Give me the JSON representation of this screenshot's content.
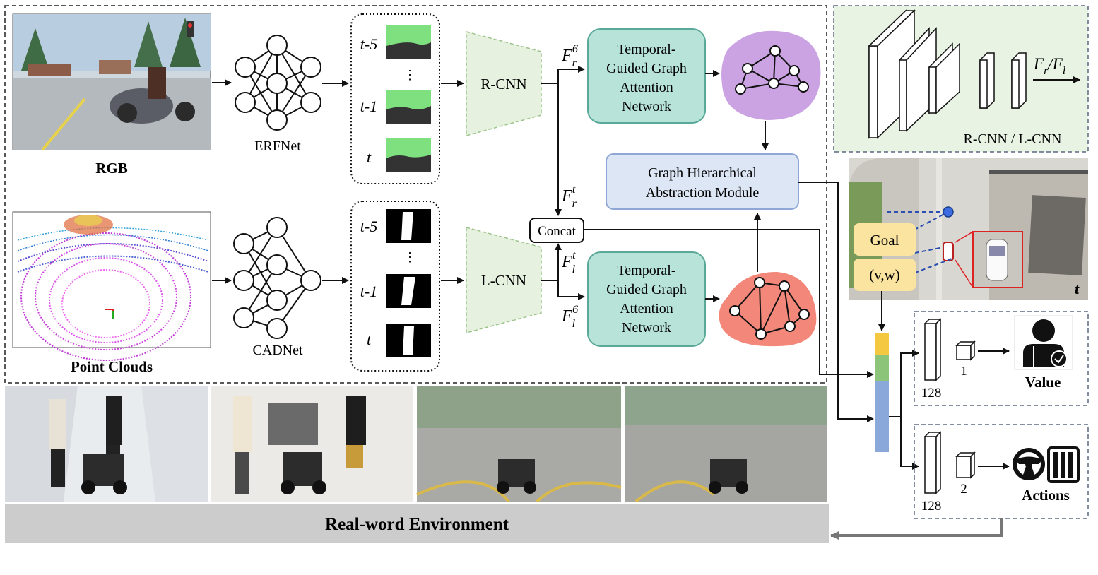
{
  "inputs": {
    "rgb_label": "RGB",
    "pc_label": "Point Clouds"
  },
  "networks": {
    "erfnet": "ERFNet",
    "cadnet": "CADNet"
  },
  "frames": {
    "t5": "t-5",
    "dots": "⋮",
    "t1": "t-1",
    "t": "t"
  },
  "encoders": {
    "rcnn": "R-CNN",
    "lcnn": "L-CNN"
  },
  "features": {
    "fr6_base": "F",
    "fr6_sub": "r",
    "fr6_sup": "6",
    "frt_base": "F",
    "frt_sub": "r",
    "frt_sup": "t",
    "flt_base": "F",
    "flt_sub": "l",
    "flt_sup": "t",
    "fl6_base": "F",
    "fl6_sub": "l",
    "fl6_sup": "6"
  },
  "concat": "Concat",
  "tgat": {
    "line1": "Temporal-",
    "line2": "Guided Graph",
    "line3": "Attention",
    "line4": "Network"
  },
  "ghm": {
    "line1": "Graph Hierarchical",
    "line2": "Abstraction Module"
  },
  "inset": {
    "caption": "R-CNN / L-CNN",
    "out_f1": "F",
    "out_sub1": "r",
    "out_slash": "/",
    "out_f2": "F",
    "out_sub2": "l"
  },
  "scene": {
    "goal": "Goal",
    "vw": "(v,w)",
    "time": "t"
  },
  "heads": {
    "value_dim": "128",
    "value_out": "1",
    "value_label": "Value",
    "action_dim": "128",
    "action_out": "2",
    "action_label": "Actions"
  },
  "env": "Real-word Environment",
  "colors": {
    "green_box": "#e9f3e4",
    "teal": "#b7e3d9",
    "teal_border": "#5aa898",
    "blue_box": "#dce6f5",
    "blue_border": "#8ea7d6",
    "purple_graph": "#cba3e3",
    "red_graph": "#f2877a",
    "encoder_fill": "#e6f1df",
    "vector_yellow": "#f5c842",
    "vector_green": "#8cc47a",
    "vector_blue": "#8aa8d9"
  }
}
